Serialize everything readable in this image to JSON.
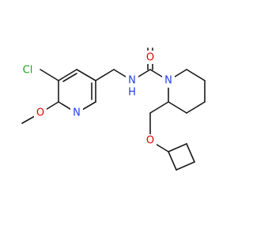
{
  "colors": {
    "bond": "#1a1a1a",
    "carbon": "#1a1a1a",
    "nitrogen": "#1f3fe0",
    "oxygen": "#e00000",
    "chlorine": "#1fa11f"
  },
  "atoms": [
    {
      "id": "Cl",
      "label": "Cl",
      "element": "chlorine"
    },
    {
      "id": "O1",
      "label": "O",
      "element": "oxygen"
    },
    {
      "id": "Npy",
      "label": "N",
      "element": "nitrogen"
    },
    {
      "id": "NH",
      "label": "N",
      "element": "nitrogen"
    },
    {
      "id": "H",
      "label": "H",
      "element": "nitrogen"
    },
    {
      "id": "O2",
      "label": "O",
      "element": "oxygen"
    },
    {
      "id": "Npip",
      "label": "N",
      "element": "nitrogen"
    },
    {
      "id": "O3",
      "label": "O",
      "element": "oxygen"
    }
  ]
}
